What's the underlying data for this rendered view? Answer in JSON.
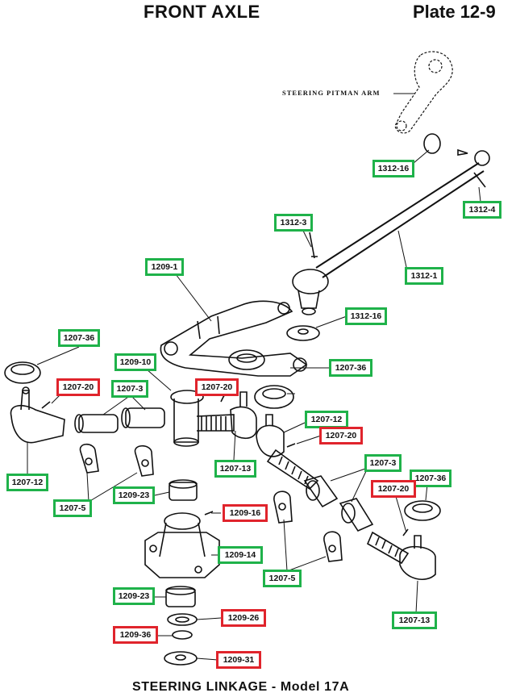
{
  "header": {
    "title": "FRONT AXLE",
    "plate": "Plate 12-9"
  },
  "caption": "STEERING LINKAGE - Model 17A",
  "callouts": {
    "pitman_arm": "STEERING PITMAN ARM"
  },
  "colors": {
    "available_border": "#1fb24a",
    "unavailable_border": "#e0242c"
  },
  "part_labels": [
    {
      "id": "p1312-16a",
      "text": "1312-16",
      "status": "green"
    },
    {
      "id": "p1312-4",
      "text": "1312-4",
      "status": "green"
    },
    {
      "id": "p1312-3",
      "text": "1312-3",
      "status": "green"
    },
    {
      "id": "p1312-1",
      "text": "1312-1",
      "status": "green"
    },
    {
      "id": "p1209-1",
      "text": "1209-1",
      "status": "green"
    },
    {
      "id": "p1312-16b",
      "text": "1312-16",
      "status": "green"
    },
    {
      "id": "p1207-36a",
      "text": "1207-36",
      "status": "green"
    },
    {
      "id": "p1209-10",
      "text": "1209-10",
      "status": "green"
    },
    {
      "id": "p1207-36b",
      "text": "1207-36",
      "status": "green"
    },
    {
      "id": "p1207-20a",
      "text": "1207-20",
      "status": "red"
    },
    {
      "id": "p1207-3a",
      "text": "1207-3",
      "status": "green"
    },
    {
      "id": "p1207-20b",
      "text": "1207-20",
      "status": "red"
    },
    {
      "id": "p1207-12a",
      "text": "1207-12",
      "status": "green"
    },
    {
      "id": "p1207-20c",
      "text": "1207-20",
      "status": "red"
    },
    {
      "id": "p1207-12b",
      "text": "1207-12",
      "status": "green"
    },
    {
      "id": "p1207-13a",
      "text": "1207-13",
      "status": "green"
    },
    {
      "id": "p1207-3b",
      "text": "1207-3",
      "status": "green"
    },
    {
      "id": "p1207-36c",
      "text": "1207-36",
      "status": "green"
    },
    {
      "id": "p1207-20d",
      "text": "1207-20",
      "status": "red"
    },
    {
      "id": "p1209-23a",
      "text": "1209-23",
      "status": "green"
    },
    {
      "id": "p1207-5a",
      "text": "1207-5",
      "status": "green"
    },
    {
      "id": "p1209-16",
      "text": "1209-16",
      "status": "red"
    },
    {
      "id": "p1209-14",
      "text": "1209-14",
      "status": "green"
    },
    {
      "id": "p1207-5b",
      "text": "1207-5",
      "status": "green"
    },
    {
      "id": "p1209-23b",
      "text": "1209-23",
      "status": "green"
    },
    {
      "id": "p1209-26",
      "text": "1209-26",
      "status": "red"
    },
    {
      "id": "p1209-36",
      "text": "1209-36",
      "status": "red"
    },
    {
      "id": "p1209-31",
      "text": "1209-31",
      "status": "red"
    },
    {
      "id": "p1207-13b",
      "text": "1207-13",
      "status": "green"
    }
  ]
}
